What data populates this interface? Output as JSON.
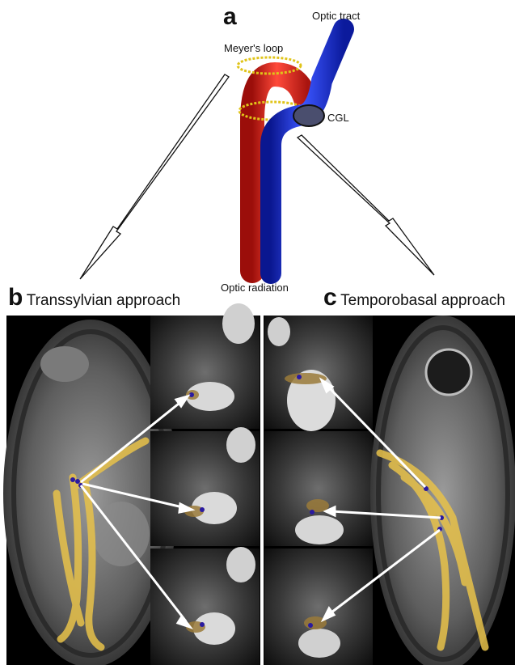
{
  "panel_a": {
    "letter": "a",
    "labels": {
      "optic_tract": "Optic tract",
      "meyers_loop": "Meyer's loop",
      "cgl": "CGL",
      "optic_radiation": "Optic radiation"
    }
  },
  "panel_b": {
    "letter": "b",
    "title": "Transsylvian approach"
  },
  "panel_c": {
    "letter": "c",
    "title": "Temporobasal approach"
  },
  "colors": {
    "optic_tract": "#1a2fe0",
    "optic_radiation": "#e6231e",
    "meyers_loop_ring": "#e0c419",
    "fiber_overlay": "#e8c24a",
    "marker_dot": "#2a1aa0"
  }
}
